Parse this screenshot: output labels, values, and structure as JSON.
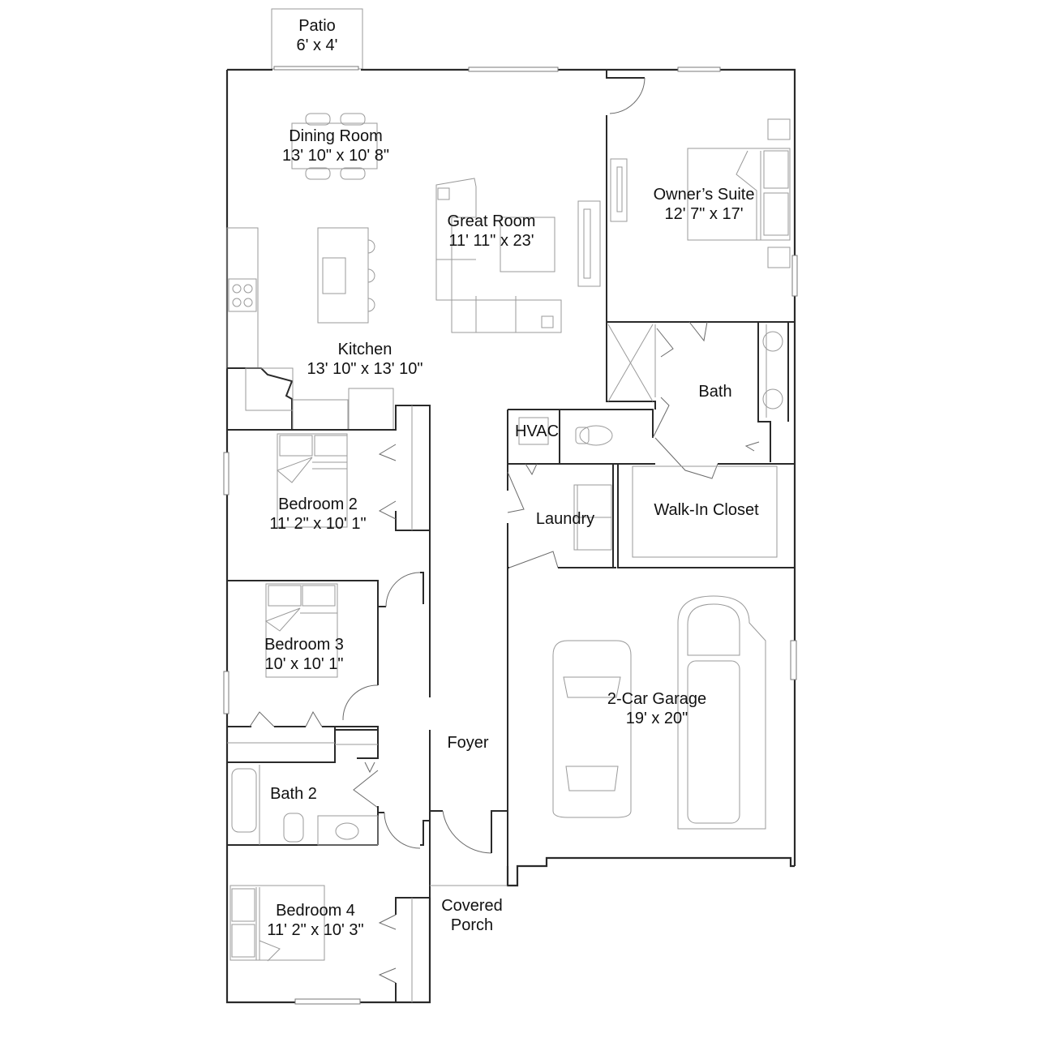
{
  "floor_plan": {
    "rooms": [
      {
        "id": "patio",
        "name": "Patio",
        "dimensions": "6' x 4'"
      },
      {
        "id": "dining",
        "name": "Dining Room",
        "dimensions": "13' 10\" x 10' 8\""
      },
      {
        "id": "great",
        "name": "Great Room",
        "dimensions": "11' 11\" x 23'"
      },
      {
        "id": "owner",
        "name": "Owner’s Suite",
        "dimensions": "12' 7\" x 17'"
      },
      {
        "id": "kitchen",
        "name": "Kitchen",
        "dimensions": "13' 10\" x 13' 10\""
      },
      {
        "id": "bath",
        "name": "Bath",
        "dimensions": ""
      },
      {
        "id": "hvac",
        "name": "HVAC",
        "dimensions": ""
      },
      {
        "id": "bed2",
        "name": "Bedroom 2",
        "dimensions": "11' 2\" x 10' 1\""
      },
      {
        "id": "laundry",
        "name": "Laundry",
        "dimensions": ""
      },
      {
        "id": "closet",
        "name": "Walk-In Closet",
        "dimensions": ""
      },
      {
        "id": "bed3",
        "name": "Bedroom 3",
        "dimensions": "10' x 10' 1\""
      },
      {
        "id": "garage",
        "name": "2-Car Garage",
        "dimensions": "19' x 20\""
      },
      {
        "id": "foyer",
        "name": "Foyer",
        "dimensions": ""
      },
      {
        "id": "bath2",
        "name": "Bath 2",
        "dimensions": ""
      },
      {
        "id": "bed4",
        "name": "Bedroom 4",
        "dimensions": "11' 2\" x 10' 3\""
      },
      {
        "id": "porch",
        "name": "Covered Porch",
        "name_lines": [
          "Covered",
          "Porch"
        ],
        "dimensions": ""
      }
    ]
  }
}
